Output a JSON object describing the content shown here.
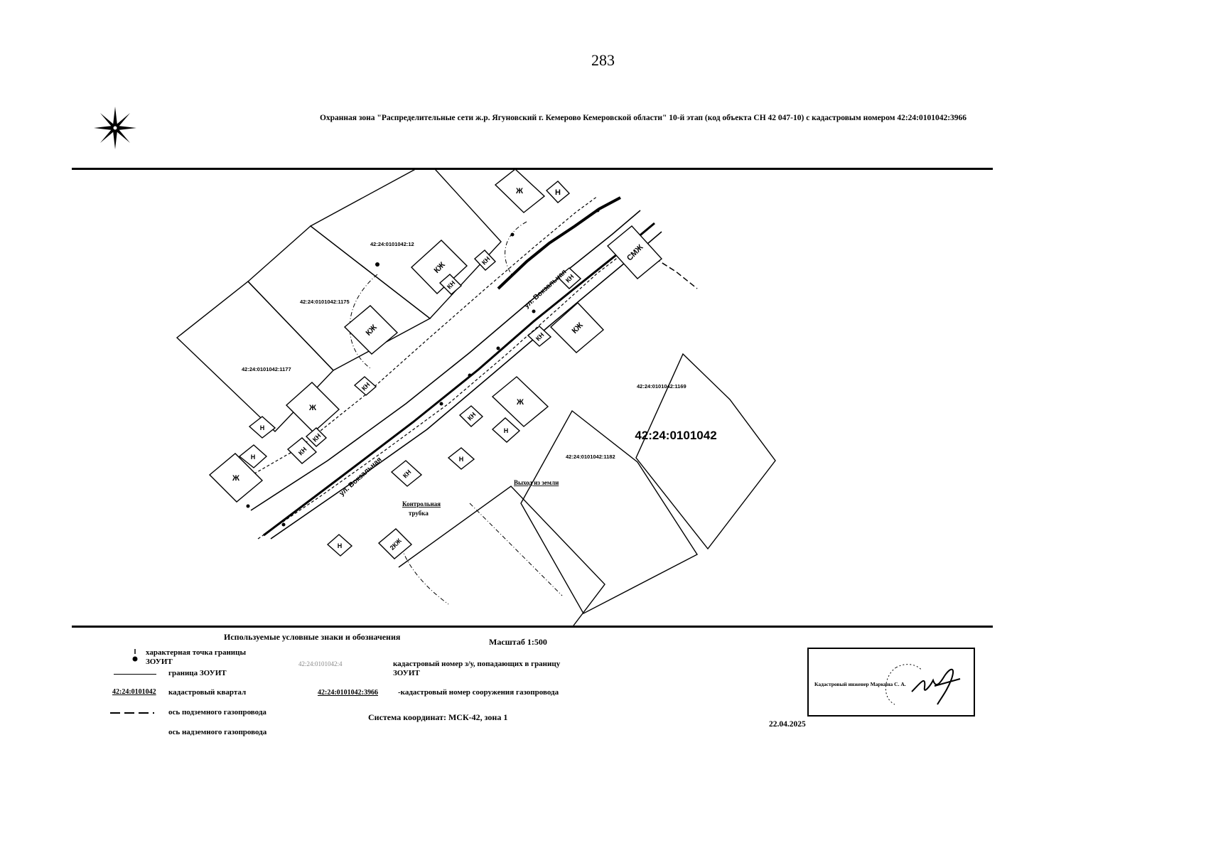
{
  "page_number": "283",
  "title": "Охранная зона \"Распределительные сети ж.р. Ягуновский г. Кемерово Кемеровской области\" 10-й этап (код объекта СН 42 047-10) с кадастровым номером 42:24:0101042:3966",
  "map": {
    "quarter_label": "42:24:0101042",
    "parcels": [
      {
        "id": "p1177",
        "label": "42:24:0101042:1177"
      },
      {
        "id": "p1175",
        "label": "42:24:0101042:1175"
      },
      {
        "id": "p12",
        "label": "42:24:0101042:12"
      },
      {
        "id": "p1169",
        "label": "42:24:0101042:1169"
      },
      {
        "id": "p1182",
        "label": "42:24:0101042:1182"
      }
    ],
    "street_labels": [
      "ул. Вокзальная",
      "ул. Вокзальная"
    ],
    "annotations": {
      "control_pipe": [
        "Контрольная",
        "трубка"
      ],
      "zone_exit": "Выход из земли"
    },
    "building_labels": {
      "b1": "Ж",
      "b2": "Н",
      "b3": "КЖ",
      "b4": "КН",
      "b5": "КН",
      "b6": "КН",
      "b7": "СМЖ",
      "b8": "КЖ",
      "b9": "КН",
      "b10": "КЖ",
      "b11": "Ж",
      "b12": "КН",
      "b13": "Ж",
      "b14": "Н",
      "b15": "КН",
      "b16": "Ж",
      "b17": "Н",
      "b18": "Н",
      "b19": "КН",
      "b20": "КН",
      "b21": "КН",
      "b22": "2КЖ",
      "b23": "Н",
      "b24": "Н"
    }
  },
  "legend": {
    "heading": "Используемые условные знаки и обозначения",
    "scale": "Масштаб 1:500",
    "items": {
      "point": "характерная точка границы ЗОУИТ",
      "boundary": "граница ЗОУИТ",
      "quarter_sample": "42:24:0101042",
      "quarter": "кадастровый квартал",
      "parcel_sample": "42:24:0101042:4",
      "parcel": "кадастровый номер з/у, попадающих в границу ЗОУИТ",
      "structure_sample": "42:24:0101042:3966",
      "structure": "-кадастровый номер сооружения газопровода",
      "underground": "ось подземного газопровода",
      "overground": "ось надземного газопровода"
    },
    "coord_system": "Система координат: МСК-42, зона 1"
  },
  "stamp": {
    "role": "Кадастровый инженер  Маркина С. А.",
    "signature_icon": "handwritten-signature"
  },
  "date": "22.04.2025"
}
